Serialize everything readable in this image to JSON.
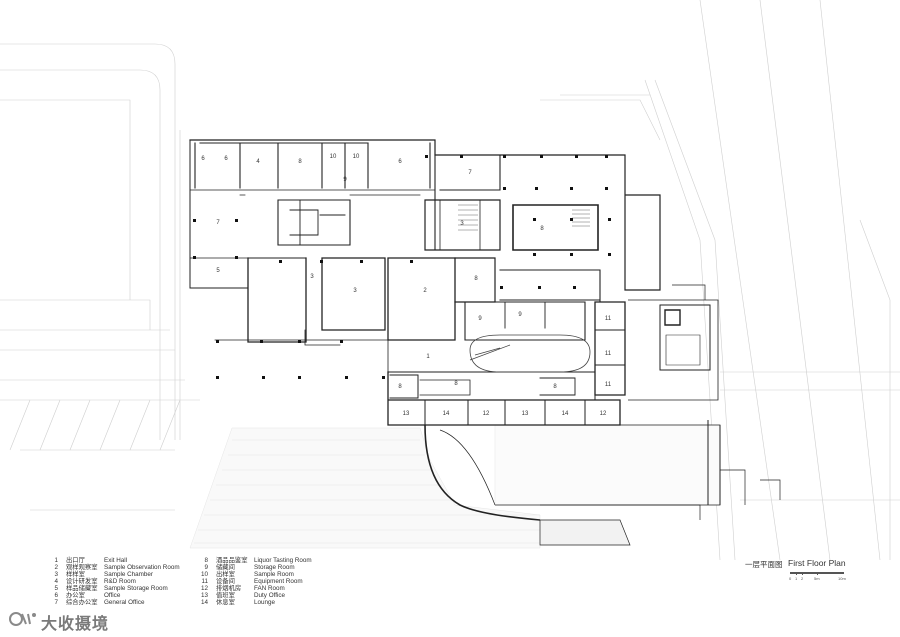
{
  "legend": [
    {
      "num": "1",
      "cn": "出口厅",
      "en": "Exit Hall"
    },
    {
      "num": "2",
      "cn": "观样观察室",
      "en": "Sample Observation Room"
    },
    {
      "num": "3",
      "cn": "样样室",
      "en": "Sample Chamber"
    },
    {
      "num": "4",
      "cn": "设计研发室",
      "en": "R&D Room"
    },
    {
      "num": "5",
      "cn": "样品储藏室",
      "en": "Sample Storage Room"
    },
    {
      "num": "6",
      "cn": "办公室",
      "en": "Office"
    },
    {
      "num": "7",
      "cn": "综合办公室",
      "en": "General Office"
    },
    {
      "num": "8",
      "cn": "酒品品鉴室",
      "en": "Liquor Tasting Room"
    },
    {
      "num": "9",
      "cn": "储藏间",
      "en": "Storage Room"
    },
    {
      "num": "10",
      "cn": "出样室",
      "en": "Sample Room"
    },
    {
      "num": "11",
      "cn": "设备间",
      "en": "Equipment Room"
    },
    {
      "num": "12",
      "cn": "排烟机房",
      "en": "FAN Room"
    },
    {
      "num": "13",
      "cn": "值班室",
      "en": "Duty Office"
    },
    {
      "num": "14",
      "cn": "休息室",
      "en": "Lounge"
    }
  ],
  "plan_title": {
    "cn": "一层平面图",
    "en": "First Floor Plan"
  },
  "scale": {
    "labels": [
      "0",
      "1",
      "2",
      "5m",
      "10m"
    ]
  },
  "room_labels": [
    "6",
    "6",
    "4",
    "8",
    "10",
    "10",
    "6",
    "9",
    "7",
    "7",
    "3",
    "8",
    "5",
    "3",
    "3",
    "2",
    "8",
    "9",
    "9",
    "11",
    "11",
    "1",
    "8",
    "8",
    "8",
    "11",
    "13",
    "14",
    "12",
    "13",
    "14",
    "12"
  ],
  "watermark": {
    "text": "大收摄境"
  }
}
